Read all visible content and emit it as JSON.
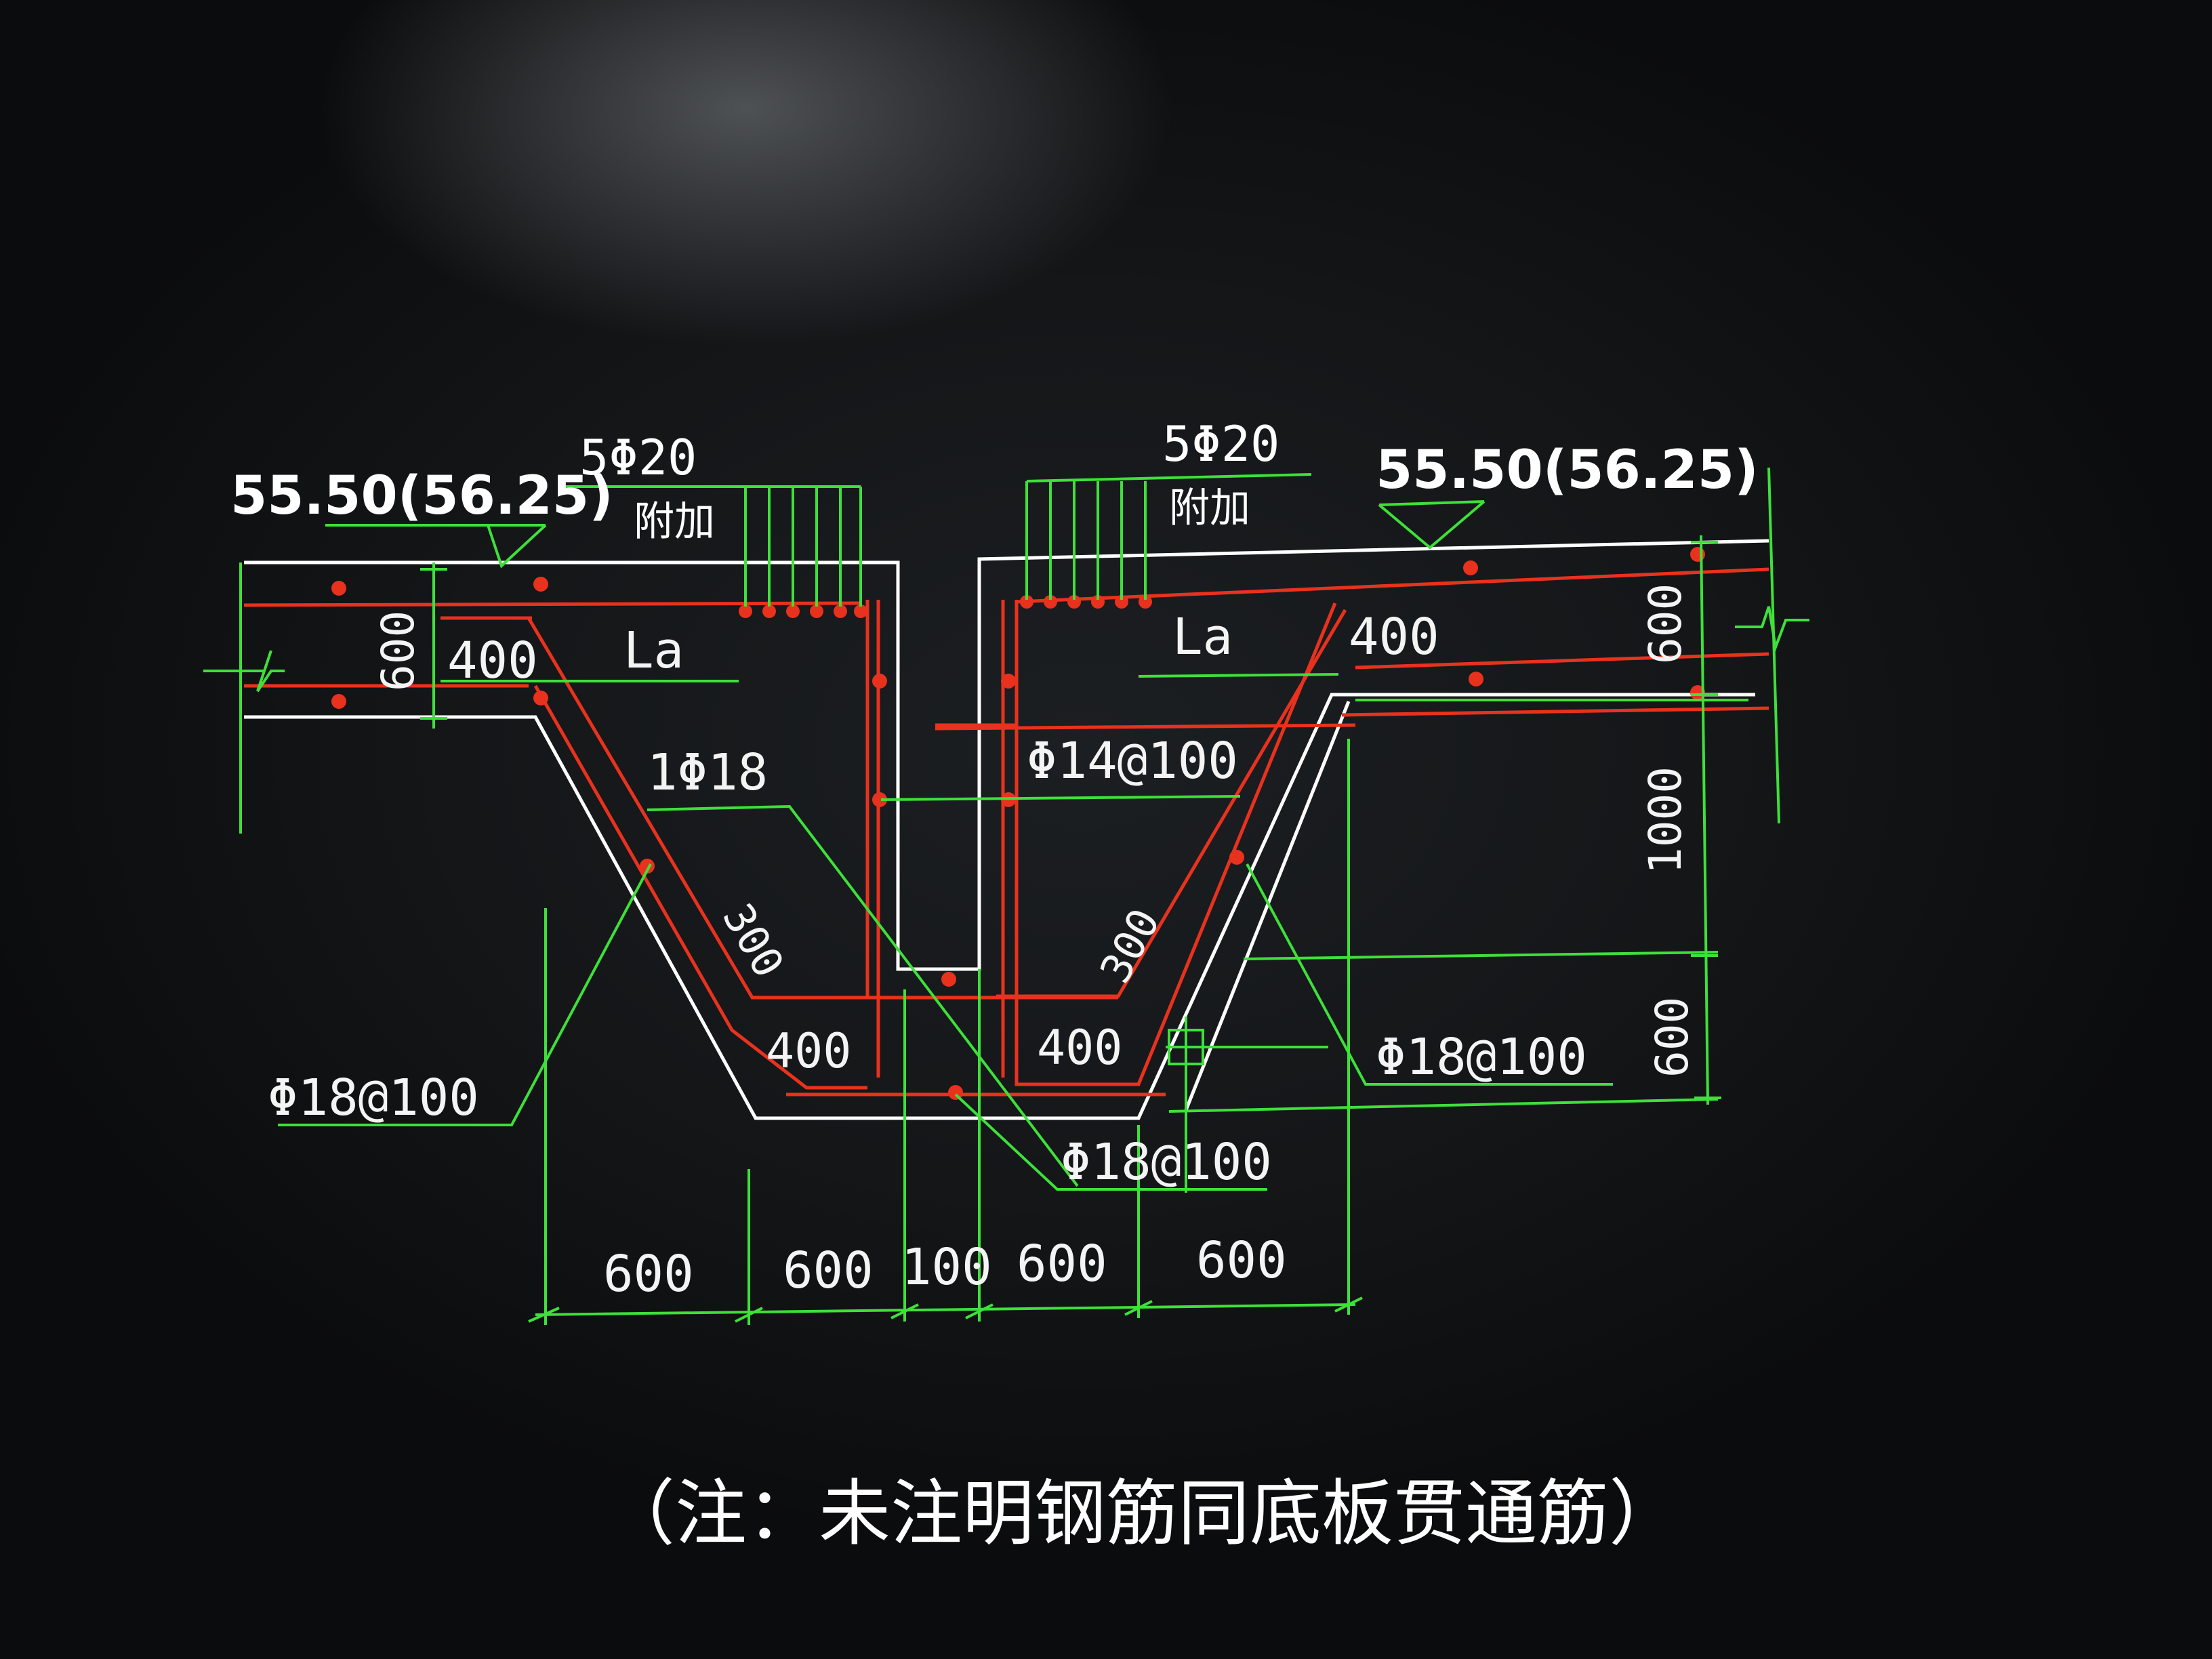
{
  "drawing": {
    "elevation_left": "55.50(56.25)",
    "elevation_right": "55.50(56.25)",
    "rebar_added_left": "5Φ20",
    "rebar_added_right": "5Φ20",
    "added_label_left": "附加",
    "added_label_right": "附加",
    "anchor_left": "La",
    "anchor_right": "La",
    "dim_400_top_left": "400",
    "dim_400_top_right": "400",
    "dim_600_left_vertical": "600",
    "dim_600_right_vertical": "600",
    "dim_1000_right_vertical": "1000",
    "dim_600_right_lower_vertical": "600",
    "rebar_1phi18": "1Φ18",
    "rebar_phi14": "Φ14@100",
    "rebar_phi18_left": "Φ18@100",
    "rebar_phi18_right": "Φ18@100",
    "rebar_phi18_bottom": "Φ18@100",
    "dim_300_left": "300",
    "dim_300_right": "300",
    "dim_400_bottom_left": "400",
    "dim_400_bottom_right": "400",
    "bottom_dims": [
      "600",
      "600",
      "100",
      "600",
      "600"
    ],
    "note": "（注：未注明钢筋同底板贯通筋）"
  },
  "colors": {
    "background": "#141618",
    "concrete_outline": "#ffffff",
    "rebar": "#e8321e",
    "dimension": "#3ee03a",
    "text": "#ffffff"
  }
}
